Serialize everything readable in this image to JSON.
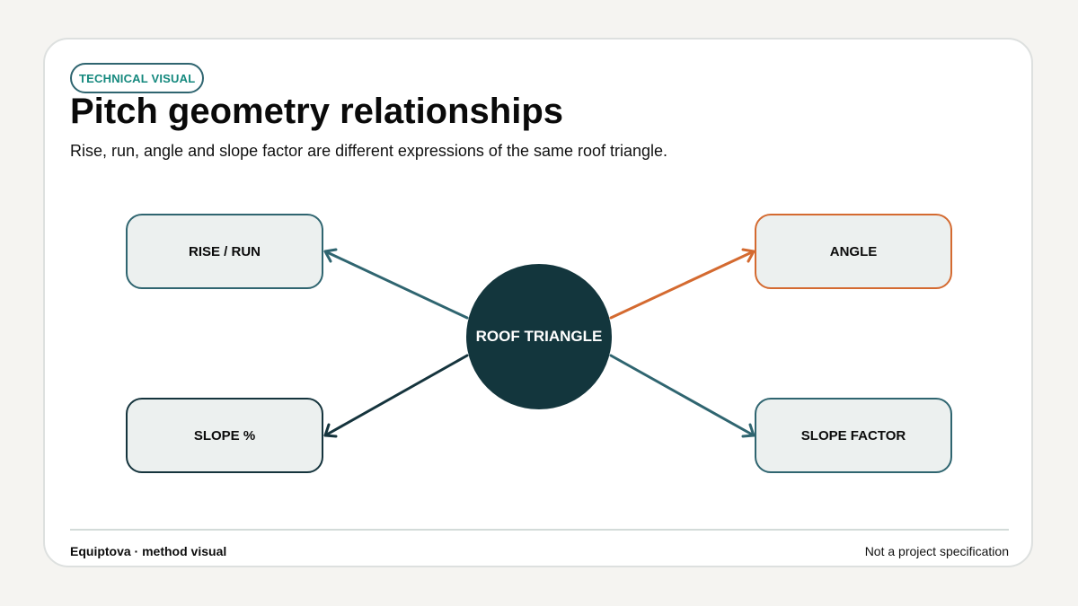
{
  "header": {
    "badge": "TECHNICAL VISUAL",
    "title": "Pitch geometry relationships",
    "subtitle": "Rise, run, angle and slope factor are different expressions of the same roof triangle."
  },
  "diagram": {
    "center": {
      "label": "ROOF TRIANGLE",
      "color": "#13363d"
    },
    "nodes": [
      {
        "label": "RISE / RUN",
        "color": "#2f6570"
      },
      {
        "label": "ANGLE",
        "color": "#d46a30"
      },
      {
        "label": "SLOPE %",
        "color": "#15343d"
      },
      {
        "label": "SLOPE FACTOR",
        "color": "#2f6570"
      }
    ]
  },
  "footer": {
    "brand": "Equiptova · method visual",
    "note": "Not a project specification"
  }
}
